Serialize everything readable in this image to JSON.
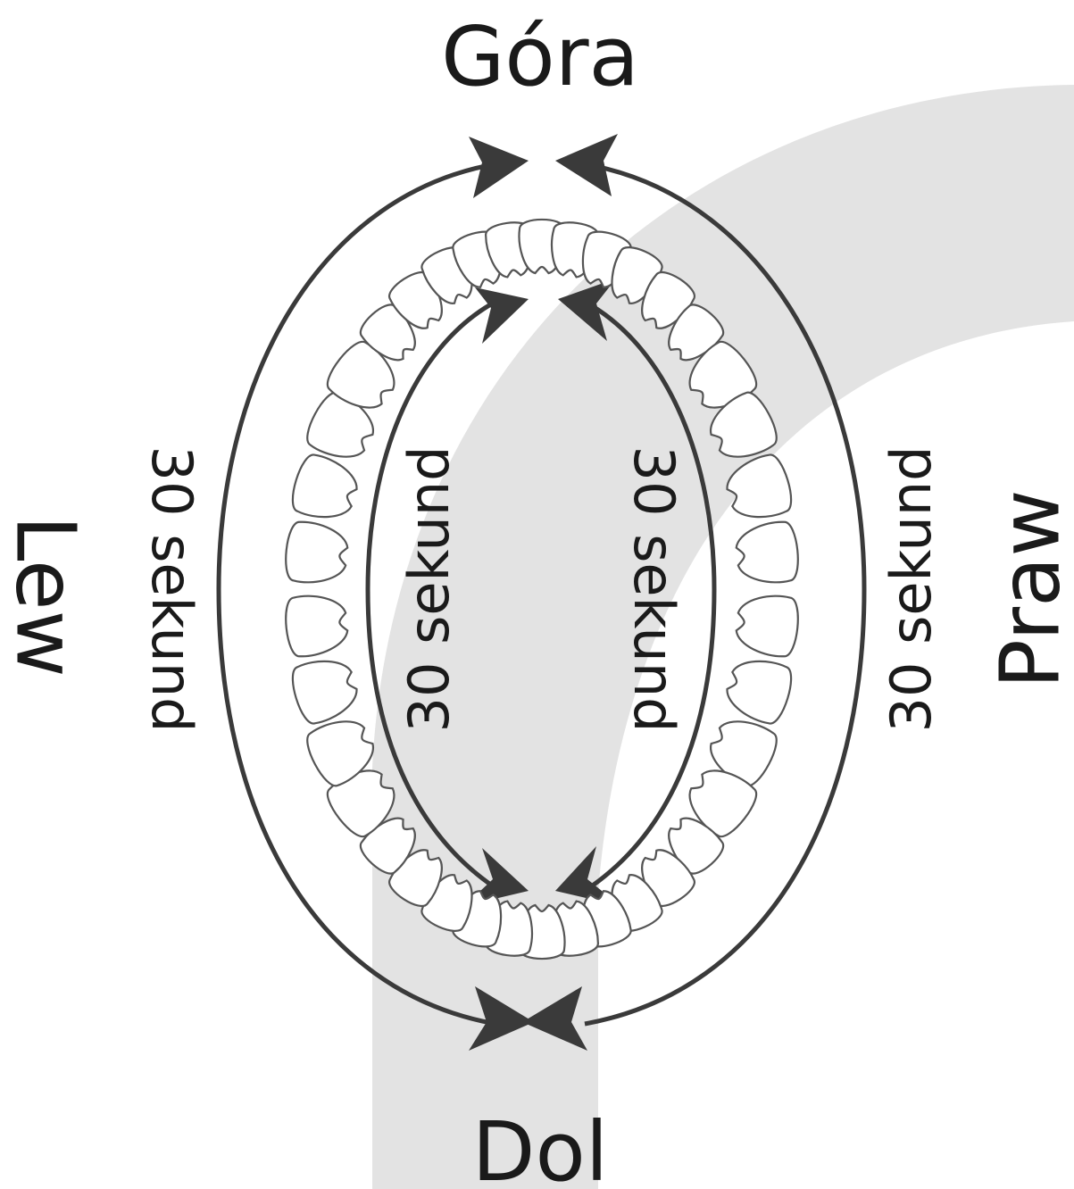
{
  "labels": {
    "top": "Góra",
    "bottom": "Dol",
    "left": "Lew",
    "right": "Praw"
  },
  "timers": {
    "outer_left": "30 sekund",
    "inner_left": "30 sekund",
    "inner_right": "30 sekund",
    "outer_right": "30 sekund"
  },
  "colors": {
    "band": "#e3e3e3",
    "arrows": "#3a3a3a",
    "teeth_outline": "#555555",
    "text": "#1a1a1a"
  }
}
